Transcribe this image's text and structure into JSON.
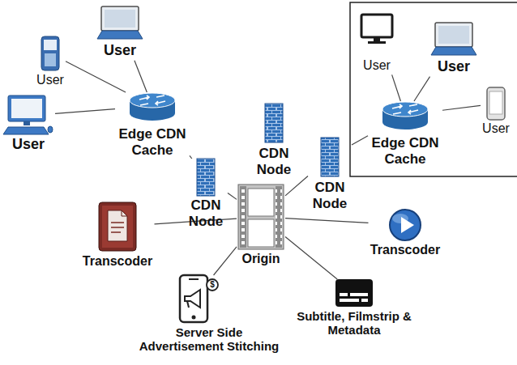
{
  "diagram": {
    "nodes": [
      {
        "text": [
          "User"
        ]
      },
      {
        "text": [
          "User"
        ]
      },
      {
        "text": [
          "User"
        ]
      },
      {
        "text": [
          "Edge CDN Cache"
        ]
      },
      {
        "text": [
          "CDN Node"
        ]
      },
      {
        "text": [
          "CDN Node"
        ]
      },
      {
        "text": [
          "User"
        ]
      },
      {
        "text": [
          "User"
        ]
      },
      {
        "text": [
          "User"
        ]
      },
      {
        "text": [
          "Edge CDN Cache"
        ]
      },
      {
        "text": [
          "CDN Node"
        ]
      },
      {
        "text": [
          "Origin"
        ]
      },
      {
        "text": [
          "Transcoder"
        ]
      },
      {
        "text": [
          "Transcoder"
        ]
      },
      {
        "text": [
          "Server Side Advertisement Stitching"
        ]
      },
      {
        "text": [
          "Subtitle, Filmstrip & Metadata"
        ]
      }
    ],
    "edges": [
      {
        "from": 0,
        "to": 3,
        "arrow": "none"
      },
      {
        "from": 1,
        "to": 3,
        "arrow": "none"
      },
      {
        "from": 2,
        "to": 3,
        "arrow": "none"
      },
      {
        "from": 3,
        "to": 5,
        "arrow": "none"
      },
      {
        "from": 5,
        "to": 11,
        "arrow": "none"
      },
      {
        "from": 11,
        "to": 10,
        "arrow": "none"
      },
      {
        "from": 10,
        "to": 9,
        "arrow": "none"
      },
      {
        "from": 9,
        "to": 6,
        "arrow": "none"
      },
      {
        "from": 9,
        "to": 7,
        "arrow": "none"
      },
      {
        "from": 9,
        "to": 8,
        "arrow": "none"
      },
      {
        "from": 11,
        "to": 12,
        "arrow": "none"
      },
      {
        "from": 11,
        "to": 13,
        "arrow": "none"
      },
      {
        "from": 11,
        "to": 14,
        "arrow": "none"
      },
      {
        "from": 11,
        "to": 15,
        "arrow": "none"
      }
    ],
    "labels": [
      "$"
    ]
  }
}
